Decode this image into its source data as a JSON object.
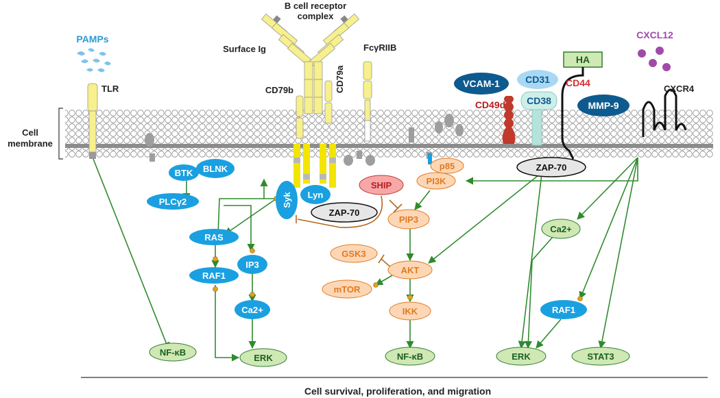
{
  "labels": {
    "pamps": "PAMPs",
    "tlr": "TLR",
    "bcr_line1": "B cell receptor",
    "bcr_line2": "complex",
    "surface_ig": "Surface Ig",
    "cd79b": "CD79b",
    "cd79a": "CD79a",
    "fcgriib": "FcγRIIB",
    "cell_line1": "Cell",
    "cell_line2": "membrane",
    "cxcl12": "CXCL12",
    "ha": "HA",
    "cd44": "CD44",
    "cd31": "CD31",
    "vcam1": "VCAM-1",
    "cd38": "CD38",
    "cd49d": "CD49d",
    "mmp9": "MMP-9",
    "cxcr4": "CXCR4",
    "footer": "Cell survival, proliferation, and migration"
  },
  "nodes": {
    "btk": "BTK",
    "blnk": "BLNK",
    "plcg2": "PLCγ2",
    "syk": "Syk",
    "lyn": "Lyn",
    "zap70_left": "ZAP-70",
    "ras": "RAS",
    "raf1_left": "RAF1",
    "ip3": "IP3",
    "ca_left": "Ca2+",
    "erk_left": "ERK",
    "nfkb_left": "NF-κB",
    "ship": "SHIP",
    "p85": "p85",
    "pi3k": "PI3K",
    "pip3": "PIP3",
    "gsk3": "GSK3",
    "akt": "AKT",
    "mtor": "mTOR",
    "ikk": "IKK",
    "nfkb_mid": "NF-κB",
    "zap70_right": "ZAP-70",
    "ca_right": "Ca2+",
    "raf1_right": "RAF1",
    "erk_right": "ERK",
    "stat3": "STAT3"
  },
  "colors": {
    "arrow": "#2e8b2e",
    "blue": "#1aa0e0",
    "orange_fill": "#fdd7b5",
    "orange_text": "#e07a20",
    "green_fill": "#cfe8b4",
    "green_text": "#1b5e20",
    "gray_fill": "#e6e6e6",
    "red_fill": "#f7a7a7",
    "yellow": "#f7f08c",
    "navy": "#0d5a8f",
    "cxcl": "#a04aa8",
    "pamp": "#7ec3ec"
  }
}
